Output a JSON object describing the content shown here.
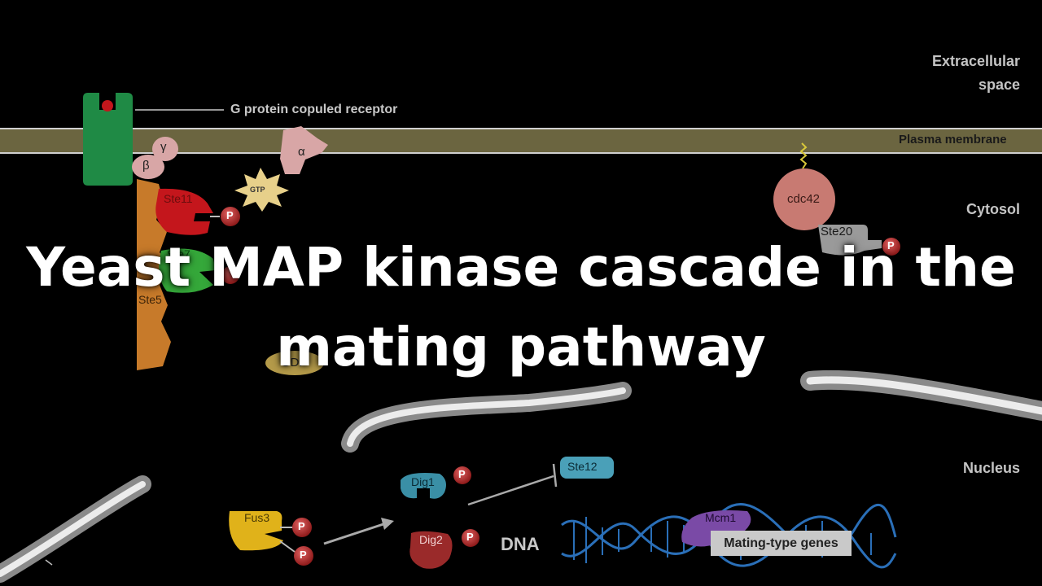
{
  "title": {
    "line1": "Yeast MAP kinase cascade in the",
    "line2": "mating pathway"
  },
  "regions": {
    "extracellular_line1": "Extracellular",
    "extracellular_line2": "space",
    "plasma_membrane": "Plasma membrane",
    "cytosol": "Cytosol",
    "nucleus": "Nucleus"
  },
  "labels": {
    "gpcr": "G protein copuled receptor",
    "gamma": "γ",
    "beta": "β",
    "alpha": "α",
    "gtp": "GTP",
    "gdp": "GDP",
    "ste11": "Ste11",
    "ste7": "Ste7",
    "ste5": "Ste5",
    "cdc42": "cdc42",
    "ste20": "Ste20",
    "fus3": "Fus3",
    "dig1": "Dig1",
    "dig2": "Dig2",
    "ste12": "Ste12",
    "mcm1": "Mcm1",
    "dna": "DNA",
    "mating_type_genes": "Mating-type genes",
    "phospho": "P"
  },
  "colors": {
    "background": "#000000",
    "membrane": "#6b6540",
    "membrane_edge": "#cfcfcf",
    "receptor": "#1f8a45",
    "ste5": "#c77a2a",
    "ste11": "#c4161c",
    "ste7": "#35a83a",
    "g_protein": "#d8a6a6",
    "gtp": "#e7d08a",
    "gdp": "#b59b4a",
    "cdc42": "#c87a72",
    "ste20": "#9a9a9a",
    "fus3": "#e0b21a",
    "dig": "#3a8fa6",
    "dig2": "#9a2a2a",
    "ste12": "#4aa0b8",
    "mcm1": "#7a4aa6",
    "dna": "#2a6fb8",
    "phospho": "#b82a2a",
    "nuclear_envelope": "#8a8a8a"
  }
}
